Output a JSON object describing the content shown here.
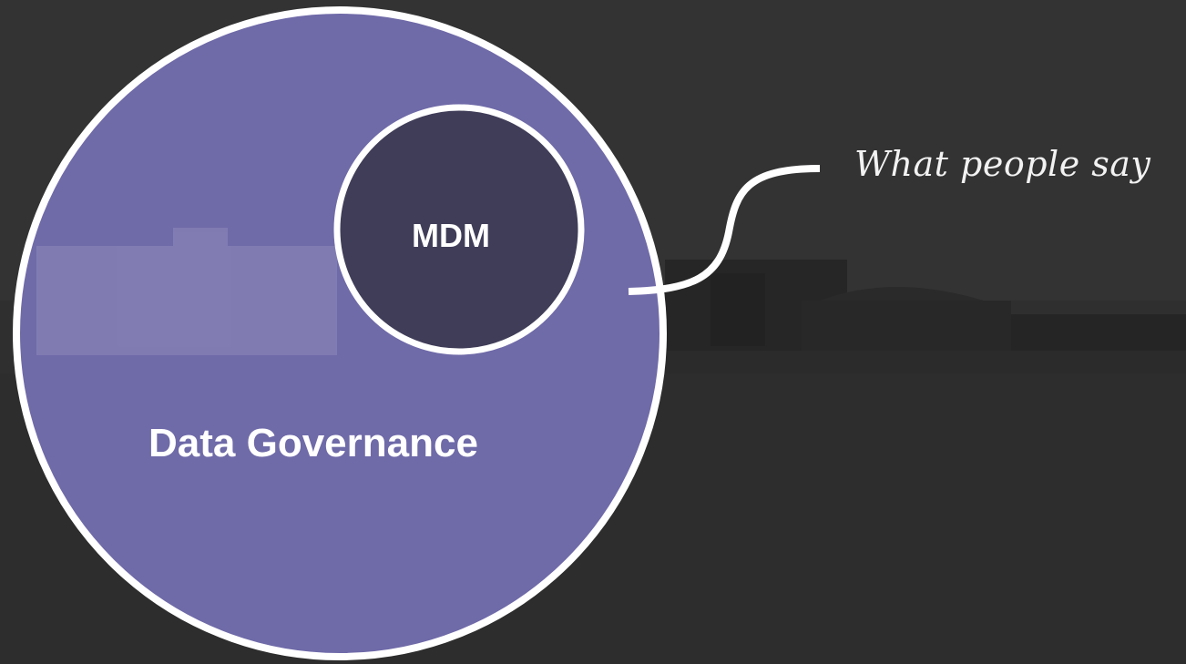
{
  "diagram": {
    "outer_circle": {
      "label": "Data Governance"
    },
    "inner_circle": {
      "label": "MDM"
    },
    "callout": {
      "text": "What people say"
    }
  },
  "colors": {
    "background": "#2f2f30",
    "outer_fill": "#6f6aa8",
    "inner_fill": "#403d59",
    "stroke": "#ffffff"
  }
}
